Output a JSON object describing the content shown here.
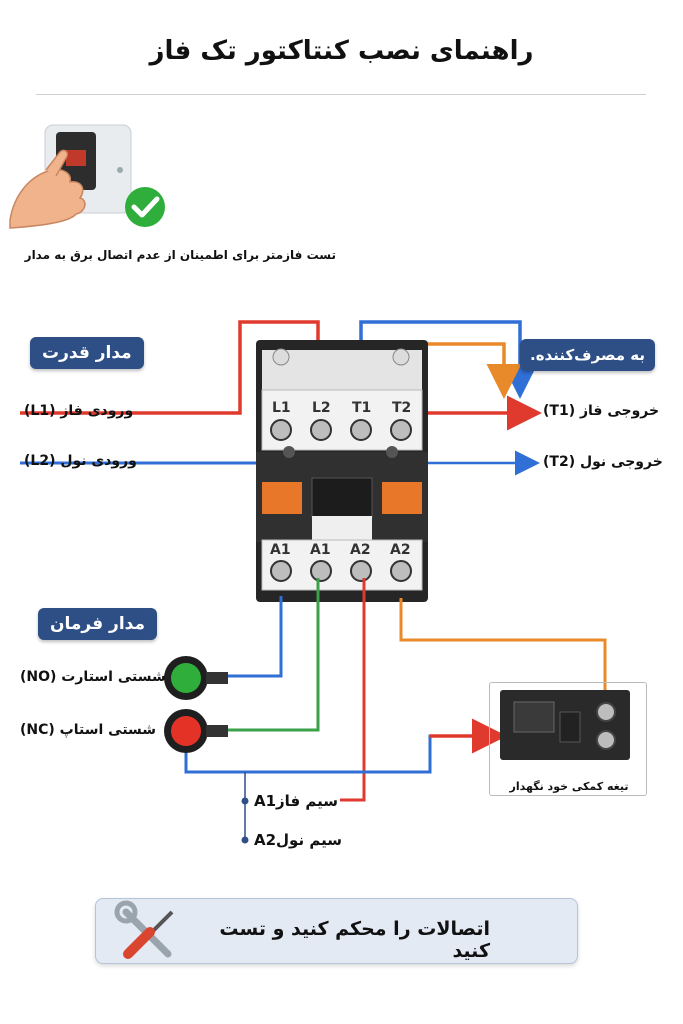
{
  "title": "راهنمای نصب کنتاکتور تک فاز",
  "tester": {
    "caption": "تست فازمتر برای اطمینان از عدم اتصال برق به مدار"
  },
  "power_circuit": {
    "pill": "مدار قدرت",
    "input_phase": "ورودی فاز (L1)",
    "input_neutral": "ورودی نول (L2)"
  },
  "consumer": {
    "pill": "به مصرف‌کننده.",
    "output_phase": "خروجی فاز (T1)",
    "output_neutral": "خروجی نول (T2)"
  },
  "contactor": {
    "top_terminals": [
      "L1",
      "L2",
      "T1",
      "T2"
    ],
    "bottom_terminals": [
      "A1",
      "A1",
      "A2",
      "A2"
    ]
  },
  "control_circuit": {
    "pill": "مدار فرمان",
    "start_button": "شستی استارت (NO)",
    "stop_button": "شستی استاپ (NC)"
  },
  "wires": {
    "phase_a1": "سیم فازA1",
    "neutral_a2": "سیم نولA2"
  },
  "aux_contact": {
    "caption": "تیغه کمکی خود نگهدار"
  },
  "bottom": {
    "text": "اتصالات را محکم کنید و تست کنید"
  },
  "colors": {
    "phase_wire": "#e03a2f",
    "neutral_wire": "#2f6fd6",
    "green_wire": "#3aa24a",
    "orange_wire": "#e88a2a",
    "pill": "#2e4f86",
    "start": "#2fae3b",
    "stop": "#e53227"
  },
  "icons": [
    "hand-icon",
    "check-icon",
    "tools-icon"
  ]
}
